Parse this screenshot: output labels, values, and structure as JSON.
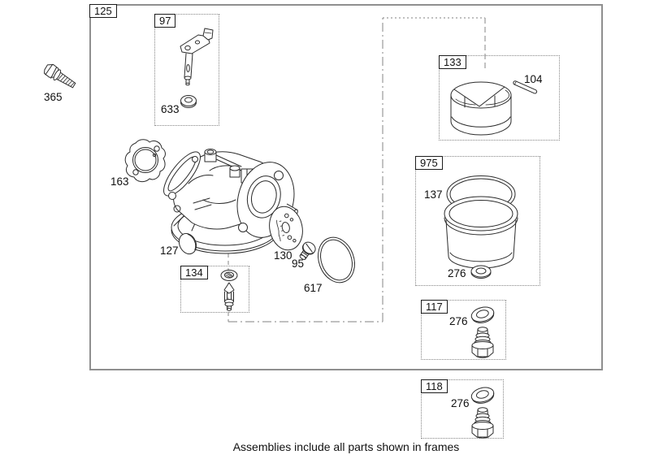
{
  "colors": {
    "line": "#2b2b2b",
    "connector": "#9a9a9a",
    "frame_border": "#858585",
    "label_box_border": "#1c1c1c",
    "text": "#111111",
    "background": "#ffffff"
  },
  "caption": "Assemblies include all parts shown in frames",
  "frames": {
    "main": {
      "label": "125"
    },
    "throttle_shaft": {
      "label": "97"
    },
    "needle_valve": {
      "label": "134"
    },
    "float": {
      "label": "133"
    },
    "bowl": {
      "label": "975"
    },
    "bowl_screw_a": {
      "label": "117"
    },
    "bowl_screw_b": {
      "label": "118"
    }
  },
  "part_labels": {
    "bolt": "365",
    "shaft_washer": "633",
    "gasket": "163",
    "welch_plug": "127",
    "throttle_plate": "130",
    "plate_screw": "95",
    "oring": "617",
    "float_pin": "104",
    "bowl_gasket": "137",
    "bowl_washer": "276",
    "screw_washer_a": "276",
    "screw_washer_b": "276"
  }
}
